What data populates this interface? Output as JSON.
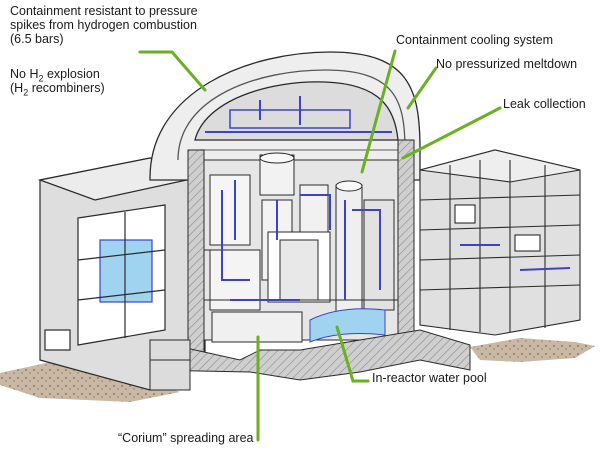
{
  "labels": {
    "containment": {
      "line1": "Containment resistant to pressure",
      "line2": "spikes from hydrogen combustion",
      "line3": "(6.5 bars)"
    },
    "no_h2": {
      "line1_a": "No H",
      "line1_sub": "2",
      "line1_b": " explosion",
      "line2_a": "(H",
      "line2_sub": "2",
      "line2_b": " recombiners)"
    },
    "cooling": "Containment cooling system",
    "no_pressurized": "No pressurized meltdown",
    "leak": "Leak collection",
    "pool": "In-reactor water pool",
    "corium": "“Corium” spreading area"
  },
  "colors": {
    "leader_line": "#6ab023",
    "structure_line": "#2a2a2a",
    "concrete": "#d9d9d9",
    "concrete_dark": "#b8b8b8",
    "dome": "#eeeeee",
    "piping": "#3c43c8",
    "water": "#9fd3f0",
    "ground": "#c9b8a4"
  }
}
